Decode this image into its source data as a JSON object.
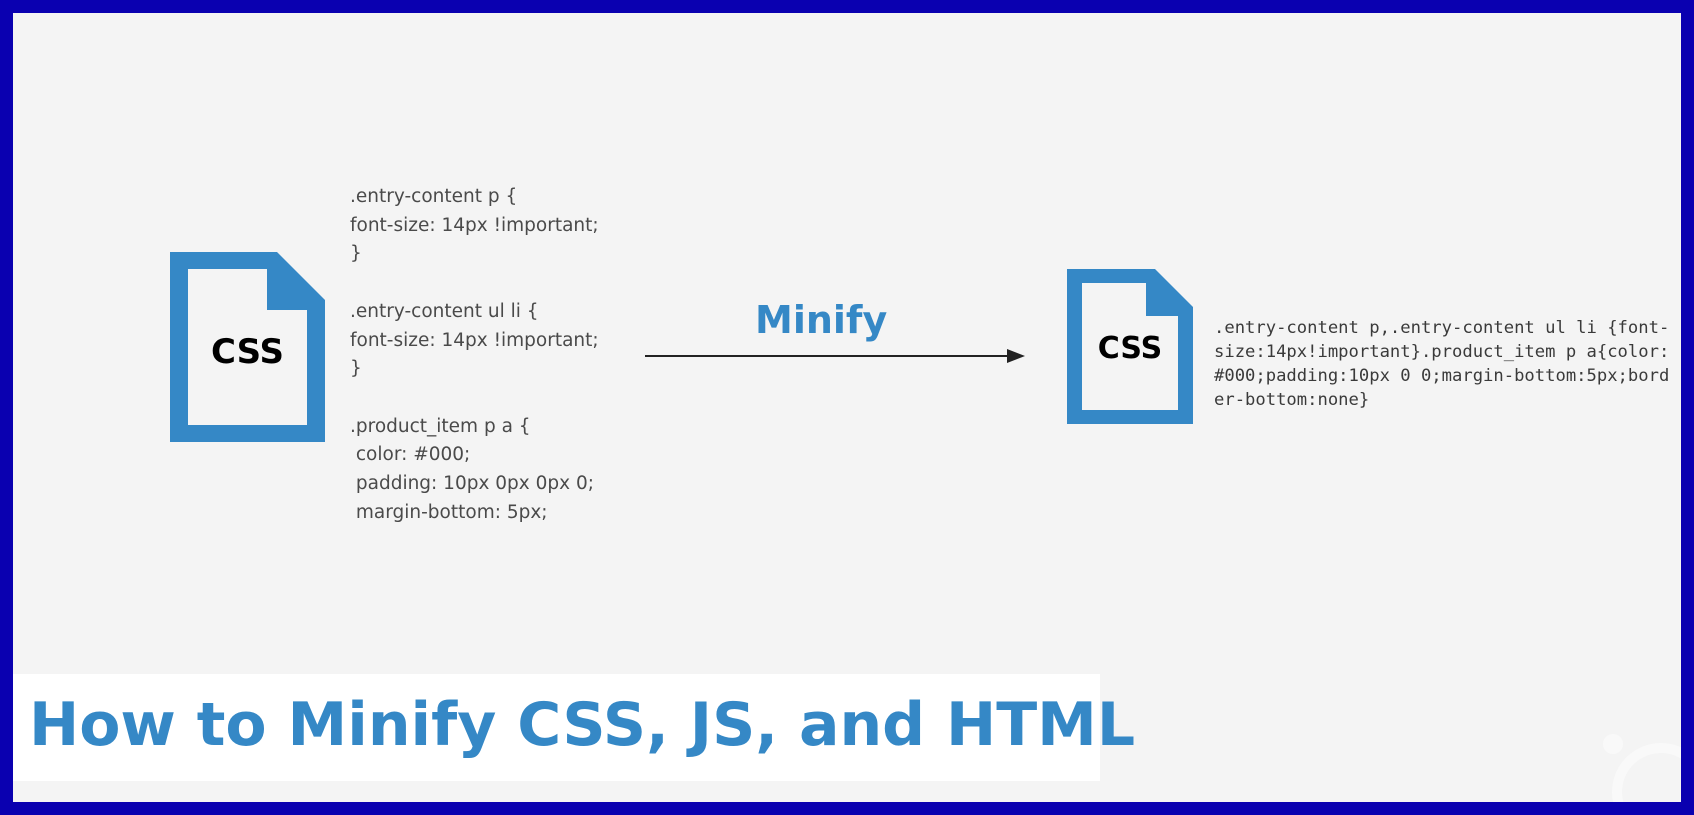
{
  "diagram": {
    "source_file": {
      "icon": "css-file-icon",
      "label": "CSS"
    },
    "original_code": [
      ".entry-content p {",
      "font-size: 14px !important;",
      "}",
      "",
      ".entry-content ul li {",
      "font-size: 14px !important;",
      "}",
      "",
      ".product_item p a {",
      " color: #000;",
      " padding: 10px 0px 0px 0;",
      " margin-bottom: 5px;"
    ],
    "process_label": "Minify",
    "result_file": {
      "icon": "css-file-icon",
      "label": "CSS"
    },
    "minified_code": ".entry-content p,.entry-content ul li {font-size:14px!important}.product_item p a{color:#000;padding:10px 0 0;margin-bottom:5px;border-bottom:none}"
  },
  "title": "How to Minify CSS, JS, and HTML",
  "colors": {
    "frame": "#0a00b0",
    "background": "#f4f4f4",
    "accent": "#3588c6",
    "code_text": "#4a4a4a"
  }
}
